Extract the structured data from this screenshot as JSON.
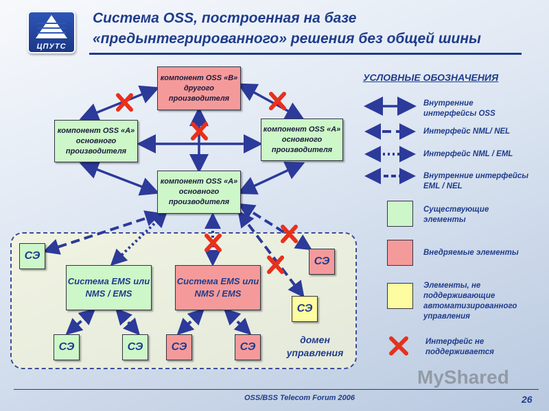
{
  "logo": {
    "text": "ЦПУТС"
  },
  "title": "Система OSS, построенная на базе «предынтегрированного» решения без общей шины",
  "components": {
    "top": "компонент OSS «B» другого производителя",
    "left": "компонент OSS «A» основного производителя",
    "right": "компонент OSS «A» основного производителя",
    "center": "компонент OSS «A» основного производителя"
  },
  "systems": {
    "left": "Система EMS или NMS / EMS",
    "right": "Система EMS или NMS / EMS"
  },
  "network_elements": {
    "label": "СЭ"
  },
  "domain_label": "домен управления",
  "legend": {
    "title": "УСЛОВНЫЕ ОБОЗНАЧЕНИЯ",
    "oss_internal": "Внутренние интерфейсы OSS",
    "nml_nel": "Интерфейс NML/ NEL",
    "nml_eml": "Интерфейс NML / EML",
    "eml_nel_internal": "Внутренние интерфейсы EML / NEL",
    "existing": "Существующие элементы",
    "new": "Внедряемые элементы",
    "unsupported_elements": "Элементы, не поддерживающие автоматизированного управления",
    "not_supported": "Интерфейс не поддерживается"
  },
  "colors": {
    "existing": "#cdf7c8",
    "new": "#f59a9a",
    "unsupported": "#fdfca0",
    "link": "#2c3a9a",
    "cross": "#e8301c"
  },
  "footer": "OSS/BSS Telecom Forum 2006",
  "page_number": "26",
  "watermark": "MyShared"
}
